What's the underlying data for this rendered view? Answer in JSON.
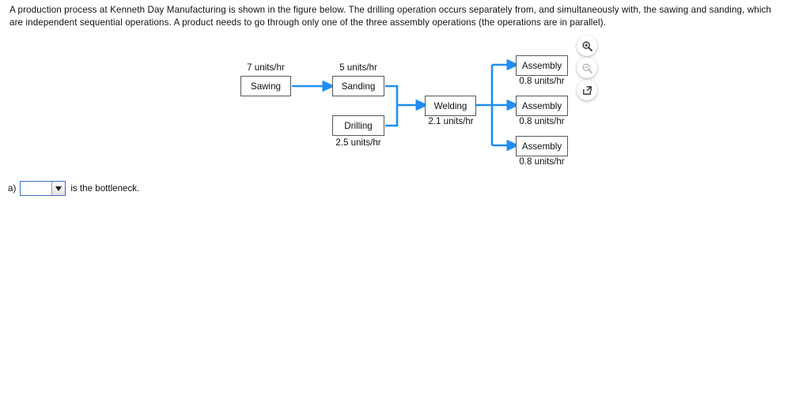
{
  "prompt": {
    "text": "A production process at Kenneth Day Manufacturing is shown in the figure below. The drilling operation occurs separately from, and simultaneously with, the sawing and sanding, which are independent sequential operations. A product needs to go through only one of the three assembly operations (the operations are in parallel)."
  },
  "figure_toolbar": {
    "zoom_in": "zoom-in-icon",
    "zoom_out": "zoom-out-icon",
    "open_in_new": "open-in-new-window-icon"
  },
  "diagram": {
    "accent_color": "#1f8ef1",
    "box_border_color": "#555a5e",
    "nodes": [
      {
        "id": "sawing",
        "label": "Sawing",
        "rate": "7 units/hr"
      },
      {
        "id": "sanding",
        "label": "Sanding",
        "rate": "5 units/hr"
      },
      {
        "id": "drilling",
        "label": "Drilling",
        "rate": "2.5 units/hr"
      },
      {
        "id": "welding",
        "label": "Welding",
        "rate": "2.1 units/hr"
      },
      {
        "id": "assembly_1",
        "label": "Assembly",
        "rate": "0.8 units/hr"
      },
      {
        "id": "assembly_2",
        "label": "Assembly",
        "rate": "0.8 units/hr"
      },
      {
        "id": "assembly_3",
        "label": "Assembly",
        "rate": "0.8 units/hr"
      }
    ]
  },
  "answer": {
    "part_label": "a)",
    "dropdown_value": "",
    "dropdown_placeholder": "",
    "suffix_text": "is the bottleneck."
  }
}
